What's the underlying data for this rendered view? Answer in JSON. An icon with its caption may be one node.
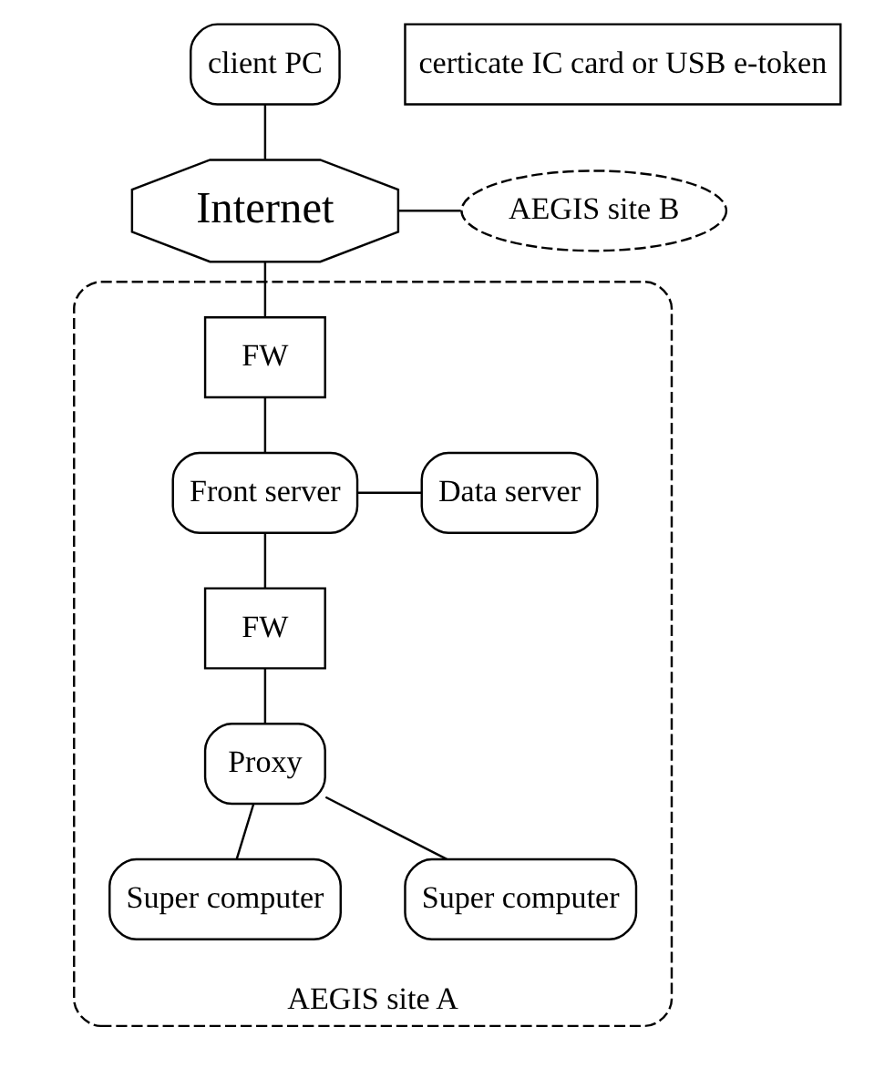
{
  "diagram": {
    "nodes": [
      {
        "text": [
          "client PC"
        ]
      },
      {
        "text": [
          "certicate IC card or USB e-token"
        ]
      },
      {
        "text": [
          "Internet"
        ]
      },
      {
        "text": [
          "AEGIS site B"
        ]
      },
      {
        "text": [
          "AEGIS site A"
        ]
      },
      {
        "text": [
          "FW"
        ],
        "in": 4
      },
      {
        "text": [
          "Front server"
        ],
        "in": 4
      },
      {
        "text": [
          "Data server"
        ],
        "in": 4
      },
      {
        "text": [
          "FW"
        ],
        "in": 4
      },
      {
        "text": [
          "Proxy"
        ],
        "in": 4
      },
      {
        "text": [
          "Super computer"
        ],
        "in": 4
      },
      {
        "text": [
          "Super computer"
        ],
        "in": 4
      }
    ],
    "edges": [
      {
        "from": 0,
        "to": 2,
        "arrow": "none"
      },
      {
        "from": 2,
        "to": 3,
        "arrow": "none"
      },
      {
        "from": 2,
        "to": 5,
        "arrow": "none"
      },
      {
        "from": 5,
        "to": 6,
        "arrow": "none"
      },
      {
        "from": 6,
        "to": 7,
        "arrow": "none"
      },
      {
        "from": 6,
        "to": 8,
        "arrow": "none"
      },
      {
        "from": 8,
        "to": 9,
        "arrow": "none"
      },
      {
        "from": 9,
        "to": 10,
        "arrow": "none"
      },
      {
        "from": 9,
        "to": 11,
        "arrow": "none"
      }
    ]
  }
}
